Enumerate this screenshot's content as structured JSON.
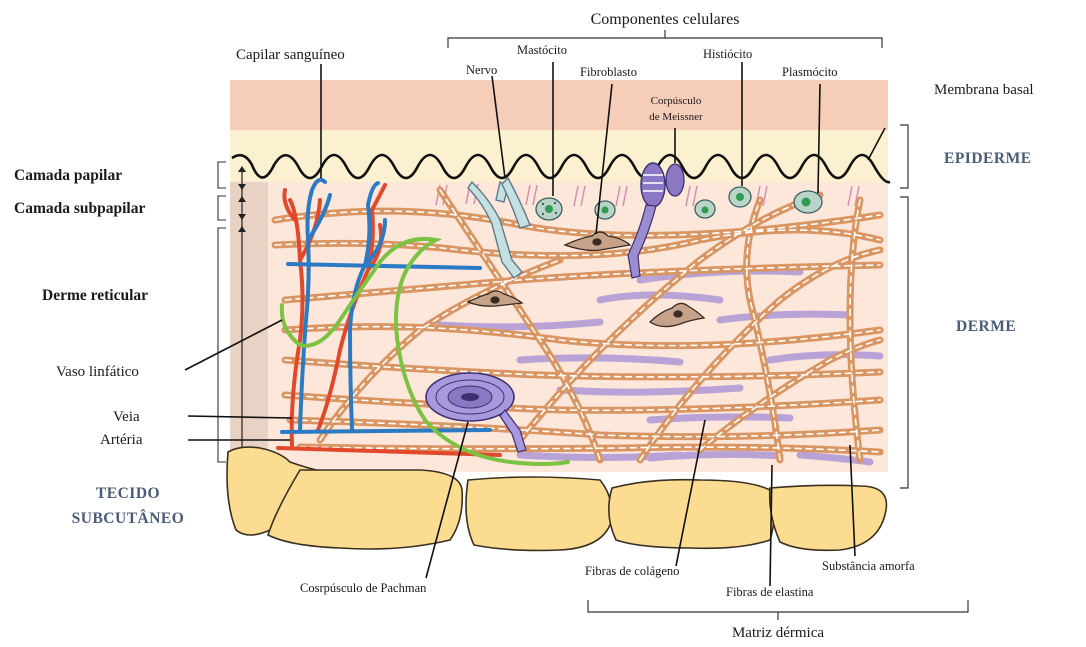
{
  "title": "Componentes celulares",
  "labels": {
    "capilar": "Capilar sanguíneo",
    "nervo": "Nervo",
    "mastocito": "Mastócito",
    "fibroblasto": "Fibroblasto",
    "meissner_line1": "Corpúsculo",
    "meissner_line2": "de Meissner",
    "histiocito": "Histiócito",
    "plasmocito": "Plasmócito",
    "membrana_basal": "Membrana basal",
    "camada_papilar": "Camada papilar",
    "camada_subpapilar": "Camada subpapilar",
    "derme_reticular": "Derme reticular",
    "vaso_linfatico": "Vaso linfático",
    "veia": "Veia",
    "arteria": "Artéria",
    "pachman": "Cosrpúsculo de Pachman",
    "fibras_colageno": "Fibras de colágeno",
    "fibras_elastina": "Fibras de elastina",
    "substancia_amorfa": "Substância amorfa",
    "matriz_dermica": "Matriz dérmica"
  },
  "layers": {
    "epiderme": "EPIDERME",
    "derme": "DERME",
    "tecido_line1": "TECIDO",
    "tecido_line2": "SUBCUTÂNEO"
  },
  "colors": {
    "epidermis_top": "#f5cdb8",
    "epidermis_band": "#fbf0cf",
    "dermis": "#fde6da",
    "collagen": "#d99663",
    "elastin": "#b9a2d6",
    "artery": "#e2492c",
    "vein": "#2a7bc4",
    "lymph": "#7cc243",
    "fat": "#fbdc91",
    "layer_text": "#4a5a78"
  }
}
